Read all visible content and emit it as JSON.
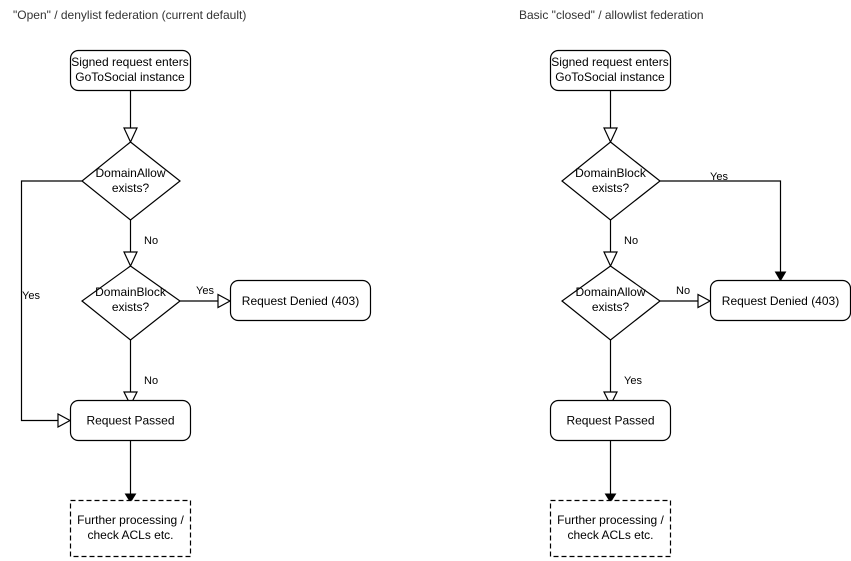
{
  "diagram": {
    "type": "flowchart",
    "title_left": "\"Open\" / denylist federation (current default)",
    "title_right": "Basic \"closed\" / allowlist federation",
    "colors": {
      "stroke": "#000000",
      "fill": "#ffffff",
      "title_text": "#333333",
      "node_text": "#000000"
    }
  },
  "left": {
    "title": "\"Open\" / denylist federation (current default)",
    "nodes": {
      "entry_line1": "Signed request enters",
      "entry_line2": "GoToSocial instance",
      "decision1_line1": "DomainAllow",
      "decision1_line2": "exists?",
      "decision2_line1": "DomainBlock",
      "decision2_line2": "exists?",
      "denied": "Request Denied (403)",
      "passed": "Request Passed",
      "further_line1": "Further processing /",
      "further_line2": "check ACLs etc."
    },
    "edges": {
      "allow_yes": "Yes",
      "allow_no": "No",
      "block_yes": "Yes",
      "block_no": "No"
    }
  },
  "right": {
    "title": "Basic \"closed\" / allowlist federation",
    "nodes": {
      "entry_line1": "Signed request enters",
      "entry_line2": "GoToSocial instance",
      "decision1_line1": "DomainBlock",
      "decision1_line2": "exists?",
      "decision2_line1": "DomainAllow",
      "decision2_line2": "exists?",
      "denied": "Request Denied (403)",
      "passed": "Request Passed",
      "further_line1": "Further processing /",
      "further_line2": "check ACLs etc."
    },
    "edges": {
      "block_yes": "Yes",
      "block_no": "No",
      "allow_no": "No",
      "allow_yes": "Yes"
    }
  }
}
